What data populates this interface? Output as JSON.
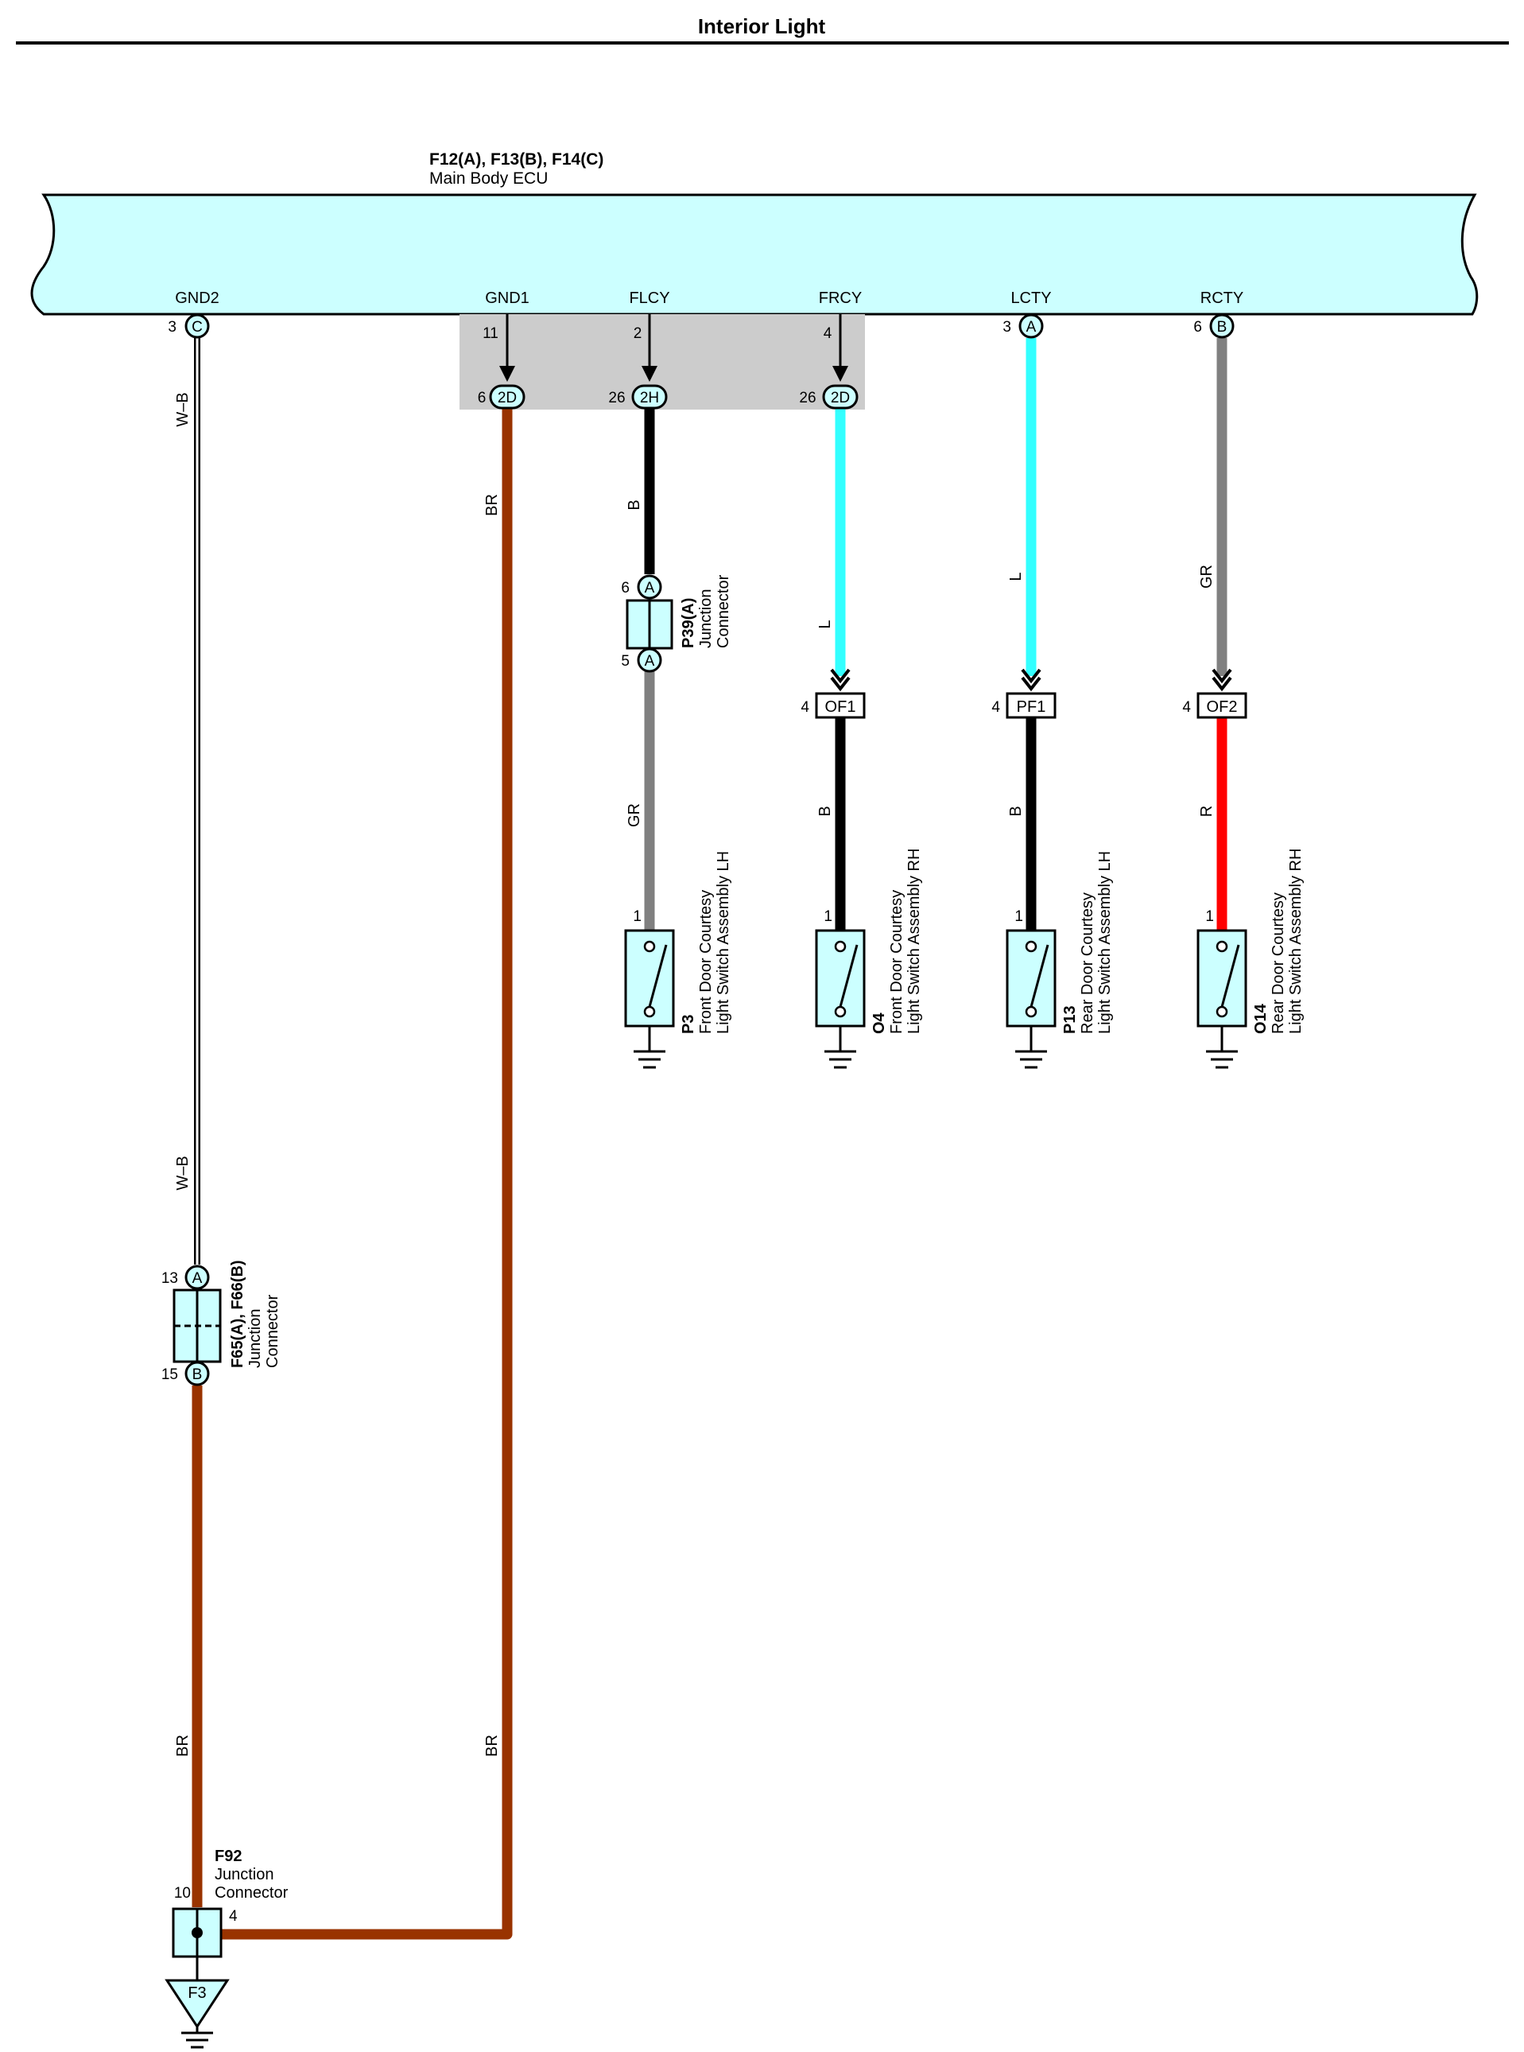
{
  "title": "Interior Light",
  "ecu": {
    "codes": "F12(A), F13(B), F14(C)",
    "name": "Main Body ECU",
    "terminals": {
      "gnd2": "GND2",
      "gnd1": "GND1",
      "flcy": "FLCY",
      "frcy": "FRCY",
      "lcty": "LCTY",
      "rcty": "RCTY"
    },
    "pins": {
      "gnd2_pin": "3",
      "gnd2_conn": "C",
      "gnd1_pin": "11",
      "flcy_pin": "2",
      "frcy_pin": "4",
      "lcty_pin": "3",
      "lcty_conn": "A",
      "rcty_pin": "6",
      "rcty_conn": "B"
    }
  },
  "junction_block": {
    "gnd1_pin": "6",
    "gnd1_conn": "2D",
    "flcy_pin": "26",
    "flcy_conn": "2H",
    "frcy_pin": "26",
    "frcy_conn": "2D"
  },
  "wires": {
    "gnd2_top": "W–B",
    "gnd2_mid": "W–B",
    "gnd2_bottom": "BR",
    "gnd1_top": "BR",
    "gnd1_bottom": "BR",
    "flcy_upper": "B",
    "flcy_lower": "GR",
    "frcy_upper": "L",
    "frcy_lower": "B",
    "lcty_upper": "L",
    "lcty_lower": "B",
    "rcty_upper": "GR",
    "rcty_lower": "R"
  },
  "wire_colors": {
    "brown": "#993300",
    "black": "#000000",
    "light_blue": "#33ffff",
    "gray": "#808080",
    "red": "#ff0000",
    "connector_fill": "#ccffff",
    "block_fill": "#cccccc"
  },
  "p39": {
    "code": "P39(A)",
    "name1": "Junction",
    "name2": "Connector",
    "pin_top": "6",
    "conn_top": "A",
    "pin_bottom": "5",
    "conn_bottom": "A"
  },
  "inline_connectors": {
    "frcy_pin": "4",
    "frcy_label": "OF1",
    "lcty_pin": "4",
    "lcty_label": "PF1",
    "rcty_pin": "4",
    "rcty_label": "OF2"
  },
  "switches": [
    {
      "pin": "1",
      "code": "P3",
      "name1": "Front Door Courtesy",
      "name2": "Light Switch Assembly LH"
    },
    {
      "pin": "1",
      "code": "O4",
      "name1": "Front Door Courtesy",
      "name2": "Light Switch Assembly RH"
    },
    {
      "pin": "1",
      "code": "P13",
      "name1": "Rear Door Courtesy",
      "name2": "Light Switch Assembly LH"
    },
    {
      "pin": "1",
      "code": "O14",
      "name1": "Rear Door Courtesy",
      "name2": "Light Switch Assembly RH"
    }
  ],
  "f65": {
    "code": "F65(A), F66(B)",
    "name1": "Junction",
    "name2": "Connector",
    "pin_top": "13",
    "conn_top": "A",
    "pin_bottom": "15",
    "conn_bottom": "B"
  },
  "f92": {
    "code": "F92",
    "name1": "Junction",
    "name2": "Connector",
    "pin_left": "10",
    "pin_right": "4"
  },
  "ground_point": "F3"
}
